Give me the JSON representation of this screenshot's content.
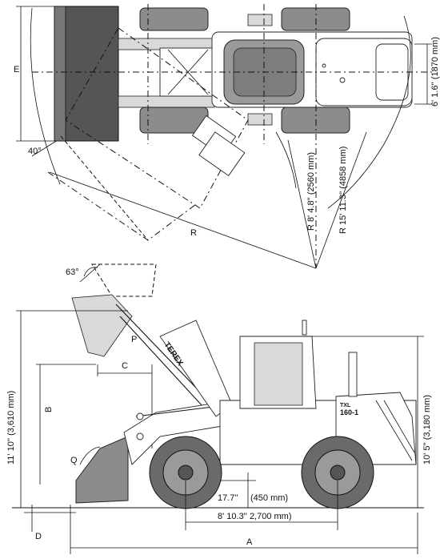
{
  "top_view": {
    "label_E": "E",
    "angle": "40°",
    "label_R": "R",
    "dim_width": "6' 1.6'' (1870 mm)",
    "dim_inner_radius": "R 8' 4.8'' (2560 mm)",
    "dim_outer_radius": "R 15' 11.3'' (4858 mm)"
  },
  "side_view": {
    "dump_angle": "63°",
    "label_P": "P",
    "label_C": "C",
    "label_B": "B",
    "label_Q": "Q",
    "label_D": "D",
    "label_A": "A",
    "dim_pin_height": "11' 10'' (3,610 mm)",
    "dim_cab_height": "10' 5'' (3,180 mm)",
    "dim_ground_clearance": "17.7''",
    "dim_ground_clearance_mm": "(450 mm)",
    "dim_wheelbase": "8' 10.3'' 2,700 mm)",
    "brand": "TEREX",
    "model_line": "TXL",
    "model": "160-1"
  },
  "colors": {
    "body_grey": "#8c8c8c",
    "tire": "#555555",
    "ink": "#111111"
  }
}
